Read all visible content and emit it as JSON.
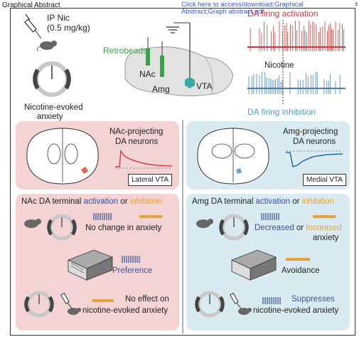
{
  "header": {
    "left_label": "Graphical Abstract",
    "link_line1": "Click here to access/download;Graphical",
    "link_line2": "Abstract;Graph abstract.pdf",
    "corner_mark": "±"
  },
  "top": {
    "ip_label": "IP Nic",
    "dose_label": "(0.5 mg/kg)",
    "evoked_line1": "Nicotine-evoked",
    "evoked_line2": "anxiety",
    "retrobeads": "Retrobeads",
    "nac": "NAc",
    "amg": "Amg",
    "vta": "VTA",
    "activation_title": "DA firing activation",
    "nicotine_label": "Nicotine",
    "inhibition_title": "DA firing inhibition"
  },
  "mid_left": {
    "title_line1": "NAc-projecting",
    "title_line2": "DA neurons",
    "region_label": "Lateral VTA"
  },
  "mid_right": {
    "title_line1": "Amg-projecting",
    "title_line2": "DA neurons",
    "region_label": "Medial VTA"
  },
  "bottom_left": {
    "heading_prefix": "NAc DA terminal",
    "activation": "activation",
    "or": "or",
    "inhibition": "inhibition",
    "anxiety_result": "No change in anxiety",
    "preference": "Preference",
    "nic_line1": "No effect on",
    "nic_line2": "nicotine-evoked anxiety"
  },
  "bottom_right": {
    "heading_prefix": "Amg DA terminal",
    "activation": "activation",
    "or": "or",
    "inhibition": "inhibition",
    "decreased": "Decreased",
    "or2": "or",
    "increased": "Increased",
    "anxiety_word": "anxiety",
    "avoidance": "Avoidance",
    "suppresses": "Suppresses",
    "nic_line2": "nicotine-evoked anxiety"
  },
  "colors": {
    "red": "#cc3a3a",
    "blue": "#4a7fb0",
    "cyan": "#4aa3c0",
    "green": "#3aa34a",
    "orange": "#e6a235",
    "pink_panel": "#f3d3d3",
    "blue_panel": "#d9ebf0"
  },
  "icons": [
    "syringe-icon",
    "mouse-icon",
    "elevated-plus-maze-icon",
    "brain-sagittal-icon",
    "electrode-icon",
    "ground-icon",
    "brain-coronal-icon",
    "laser-pulse-icon",
    "place-preference-chamber-icon"
  ]
}
